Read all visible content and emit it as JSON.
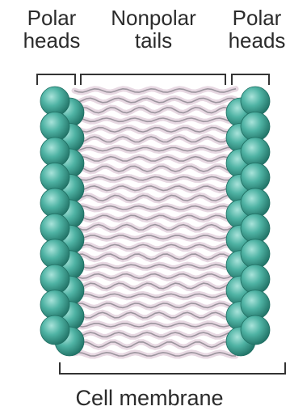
{
  "labels": {
    "polar_heads_left": [
      "Polar",
      "heads"
    ],
    "nonpolar_tails": [
      "Nonpolar",
      "tails"
    ],
    "polar_heads_right": [
      "Polar",
      "heads"
    ],
    "membrane": "Cell membrane"
  },
  "colors": {
    "head_fill": "#4fb3a4",
    "head_highlight": "#a8e3da",
    "head_shadow": "#1f6f63",
    "tail_stroke": "#8e8a92",
    "tail_fill": "#e7d8e2",
    "bracket": "#333333",
    "text": "#2b2b2b"
  },
  "icons": {
    "head": "sphere-icon",
    "tail": "wavy-lipid-tail-icon"
  }
}
